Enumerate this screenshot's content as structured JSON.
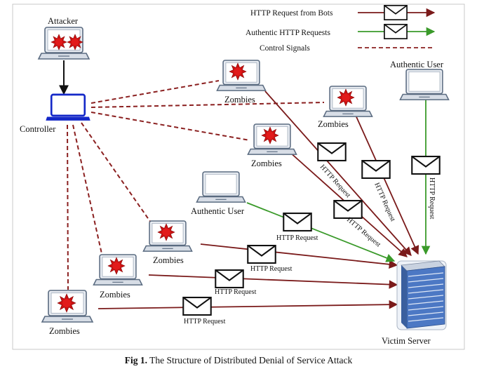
{
  "legend": {
    "bots": "HTTP Request from Bots",
    "authentic": "Authentic HTTP Requests",
    "control": "Control Signals"
  },
  "nodes": {
    "attacker": "Attacker",
    "controller": "Controller",
    "zombies": "Zombies",
    "authentic_user": "Authentic User",
    "victim_server": "Victim Server"
  },
  "message_label": "HTTP Request",
  "caption": {
    "fig": "Fig 1.",
    "title": "The Structure of Distributed Denial of Service Attack"
  },
  "colors": {
    "attack": "#7a1a1a",
    "authentic": "#3a9a2a",
    "control": "#8b2020",
    "controller_laptop": "#1428c8",
    "malware": "#cc1111"
  }
}
